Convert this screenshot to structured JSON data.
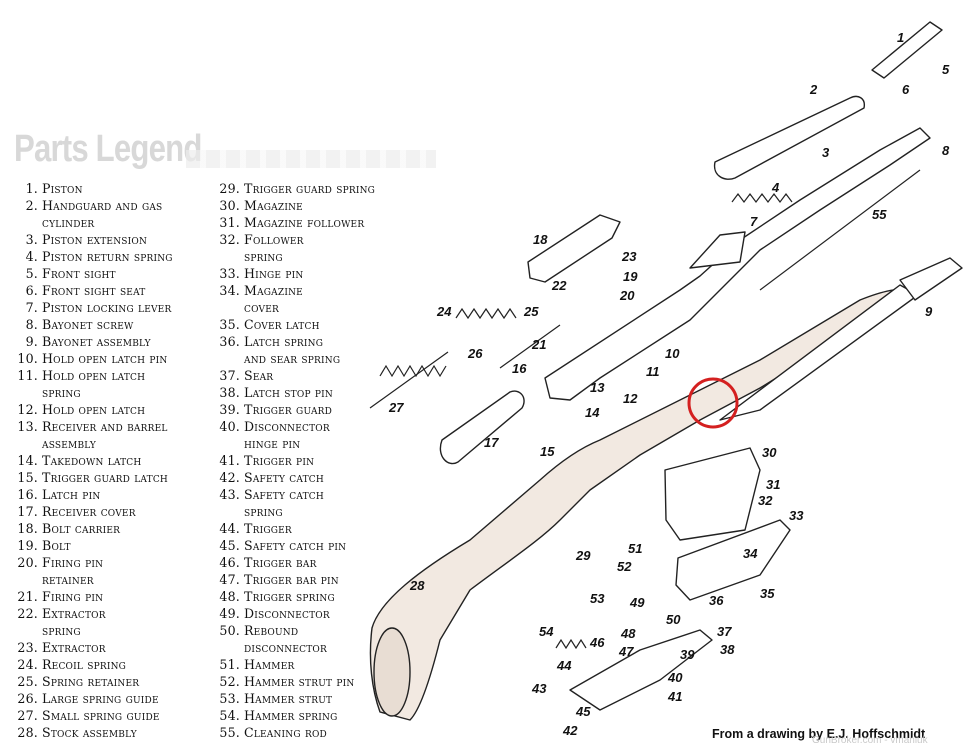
{
  "title": "Parts Legend",
  "legend_col1": [
    {
      "n": "1.",
      "t": "Piston"
    },
    {
      "n": "2.",
      "t": "Handguard and gas\ncylinder"
    },
    {
      "n": "3.",
      "t": "Piston extension"
    },
    {
      "n": "4.",
      "t": "Piston return spring"
    },
    {
      "n": "5.",
      "t": "Front sight"
    },
    {
      "n": "6.",
      "t": "Front sight seat"
    },
    {
      "n": "7.",
      "t": "Piston locking lever"
    },
    {
      "n": "8.",
      "t": "Bayonet screw"
    },
    {
      "n": "9.",
      "t": "Bayonet assembly"
    },
    {
      "n": "10.",
      "t": "Hold open latch pin"
    },
    {
      "n": "11.",
      "t": "Hold open latch\nspring"
    },
    {
      "n": "12.",
      "t": "Hold open latch"
    },
    {
      "n": "13.",
      "t": "Receiver and barrel\nassembly"
    },
    {
      "n": "14.",
      "t": "Takedown latch"
    },
    {
      "n": "15.",
      "t": "Trigger guard latch"
    },
    {
      "n": "16.",
      "t": "Latch pin"
    },
    {
      "n": "17.",
      "t": "Receiver cover"
    },
    {
      "n": "18.",
      "t": "Bolt carrier"
    },
    {
      "n": "19.",
      "t": "Bolt"
    },
    {
      "n": "20.",
      "t": "Firing pin\nretainer"
    },
    {
      "n": "21.",
      "t": "Firing pin"
    },
    {
      "n": "22.",
      "t": "Extractor\nspring"
    },
    {
      "n": "23.",
      "t": "Extractor"
    },
    {
      "n": "24.",
      "t": "Recoil spring"
    },
    {
      "n": "25.",
      "t": "Spring retainer"
    },
    {
      "n": "26.",
      "t": "Large spring guide"
    },
    {
      "n": "27.",
      "t": "Small spring guide"
    },
    {
      "n": "28.",
      "t": "Stock assembly"
    }
  ],
  "legend_col2": [
    {
      "n": "29.",
      "t": "Trigger guard spring"
    },
    {
      "n": "30.",
      "t": "Magazine"
    },
    {
      "n": "31.",
      "t": "Magazine follower"
    },
    {
      "n": "32.",
      "t": "Follower\nspring"
    },
    {
      "n": "33.",
      "t": "Hinge pin"
    },
    {
      "n": "34.",
      "t": "Magazine\ncover"
    },
    {
      "n": "35.",
      "t": "Cover latch"
    },
    {
      "n": "36.",
      "t": "Latch spring\nand sear spring"
    },
    {
      "n": "37.",
      "t": "Sear"
    },
    {
      "n": "38.",
      "t": "Latch stop pin"
    },
    {
      "n": "39.",
      "t": "Trigger guard"
    },
    {
      "n": "40.",
      "t": "Disconnector\nhinge pin"
    },
    {
      "n": "41.",
      "t": "Trigger pin"
    },
    {
      "n": "42.",
      "t": "Safety catch"
    },
    {
      "n": "43.",
      "t": "Safety catch\nspring"
    },
    {
      "n": "44.",
      "t": "Trigger"
    },
    {
      "n": "45.",
      "t": "Safety catch pin"
    },
    {
      "n": "46.",
      "t": "Trigger bar"
    },
    {
      "n": "47.",
      "t": "Trigger bar pin"
    },
    {
      "n": "48.",
      "t": "Trigger spring"
    },
    {
      "n": "49.",
      "t": "Disconnector"
    },
    {
      "n": "50.",
      "t": "Rebound\ndisconnector"
    },
    {
      "n": "51.",
      "t": "Hammer"
    },
    {
      "n": "52.",
      "t": "Hammer strut pin"
    },
    {
      "n": "53.",
      "t": "Hammer strut"
    },
    {
      "n": "54.",
      "t": "Hammer spring"
    },
    {
      "n": "55.",
      "t": "Cleaning rod"
    }
  ],
  "part_labels": [
    "1",
    "2",
    "3",
    "4",
    "5",
    "6",
    "7",
    "8",
    "9",
    "10",
    "11",
    "12",
    "13",
    "14",
    "15",
    "16",
    "17",
    "18",
    "19",
    "20",
    "21",
    "22",
    "23",
    "24",
    "25",
    "26",
    "27",
    "28",
    "29",
    "30",
    "31",
    "32",
    "33",
    "34",
    "35",
    "36",
    "37",
    "38",
    "39",
    "40",
    "41",
    "42",
    "43",
    "44",
    "45",
    "46",
    "47",
    "48",
    "49",
    "50",
    "51",
    "52",
    "53",
    "54",
    "55"
  ],
  "credit": "From a drawing by E.J. Hoffschmidt",
  "watermark": "GunBroker.com - vmaniuk",
  "colors": {
    "stock_fill": "#f2e9e1",
    "highlight_circle": "#d42020",
    "title_gray": "#d8d8d8"
  }
}
